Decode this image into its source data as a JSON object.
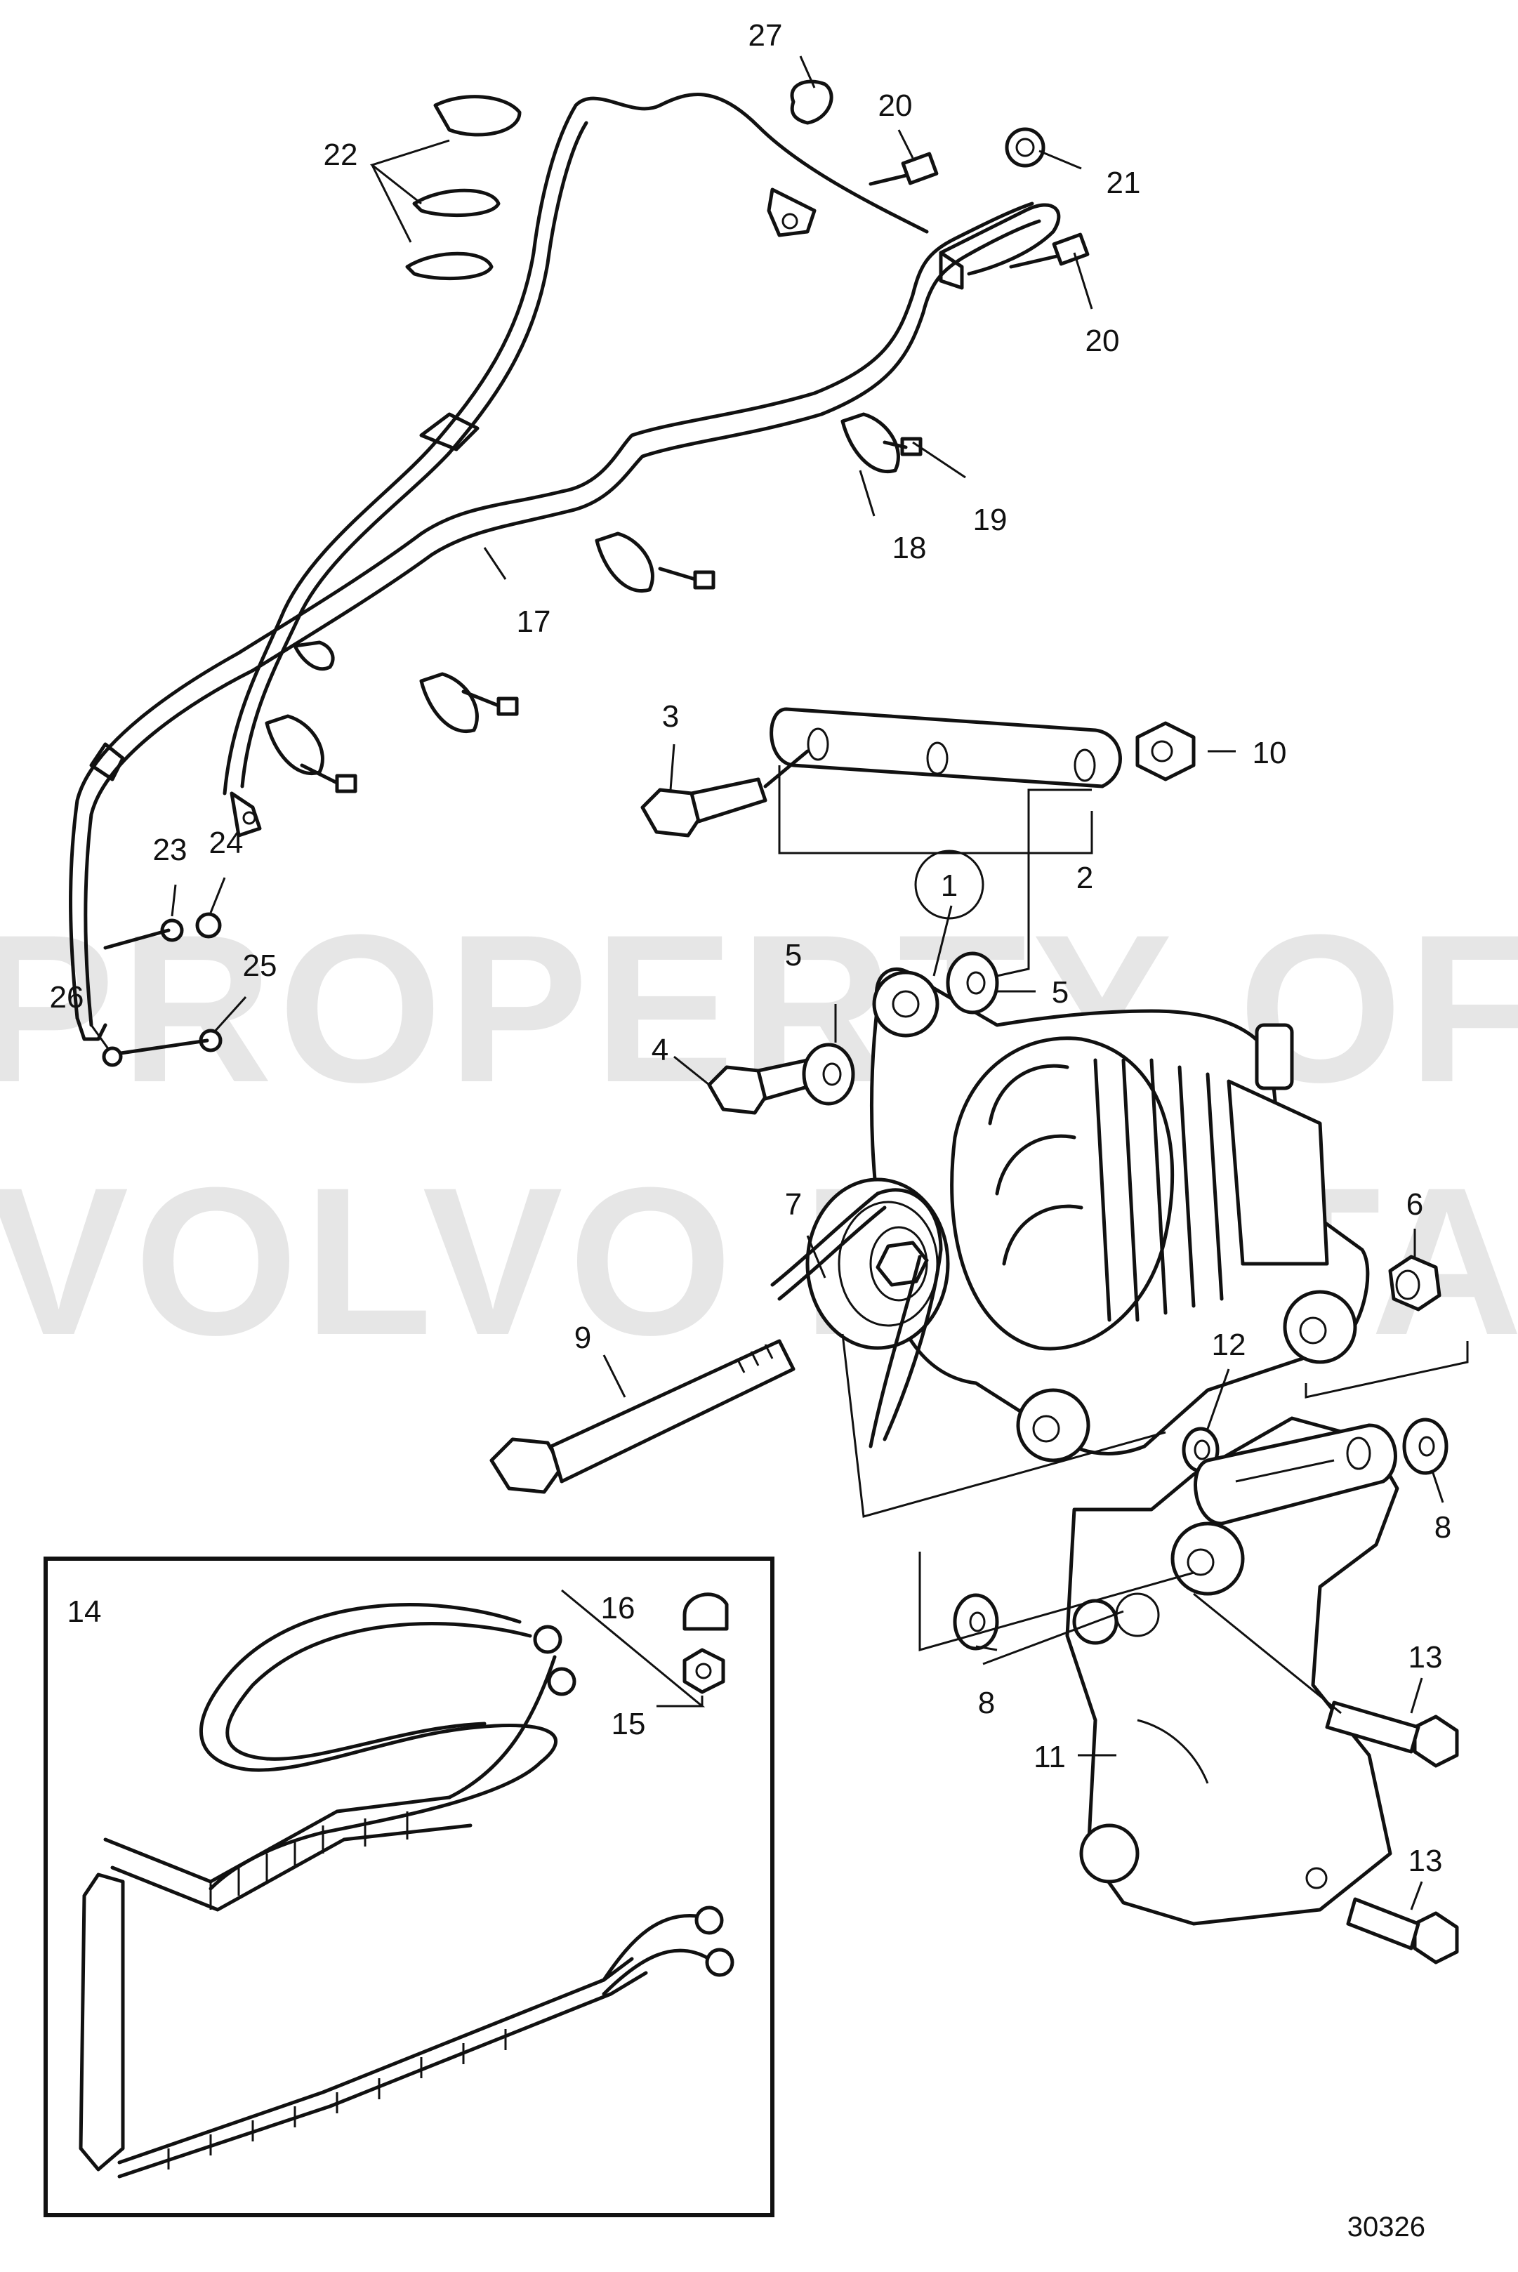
{
  "watermark": {
    "line1": "PROPERTY OF",
    "line2": "VOLVO PENTA"
  },
  "reference_number": "30326",
  "callouts": {
    "c1": "1",
    "c2": "2",
    "c3": "3",
    "c4": "4",
    "c5a": "5",
    "c5b": "5",
    "c6": "6",
    "c7": "7",
    "c8a": "8",
    "c8b": "8",
    "c9": "9",
    "c10": "10",
    "c11": "11",
    "c12": "12",
    "c13a": "13",
    "c13b": "13",
    "c14": "14",
    "c15": "15",
    "c16": "16",
    "c17": "17",
    "c18": "18",
    "c19": "19",
    "c20a": "20",
    "c20b": "20",
    "c21": "21",
    "c22": "22",
    "c23": "23",
    "c24": "24",
    "c25": "25",
    "c26": "26",
    "c27": "27"
  }
}
